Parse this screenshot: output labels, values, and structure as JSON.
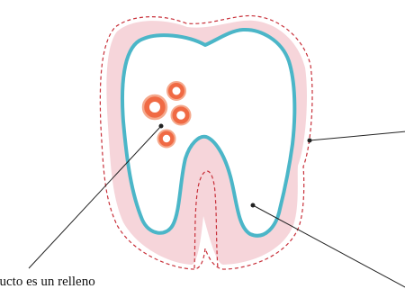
{
  "diagram": {
    "caption_text": "ducto es un relleno",
    "parts": [
      {
        "name": "outer-dashed-boundary",
        "kind": "dashed outline"
      },
      {
        "name": "pink-layer",
        "kind": "filled region"
      },
      {
        "name": "teal-outline",
        "kind": "outline"
      },
      {
        "name": "root-canal",
        "kind": "dashed canal"
      },
      {
        "name": "cells",
        "kind": "circles",
        "count": 4
      }
    ],
    "colors": {
      "outer_dash": "#c8303a",
      "pink_fill": "#f6d5da",
      "teal_outline": "#4bb6c8",
      "cell_orange": "#f06a44",
      "cell_inner": "#ffffff",
      "leader_line": "#222222",
      "tooth_fill": "#ffffff"
    }
  }
}
